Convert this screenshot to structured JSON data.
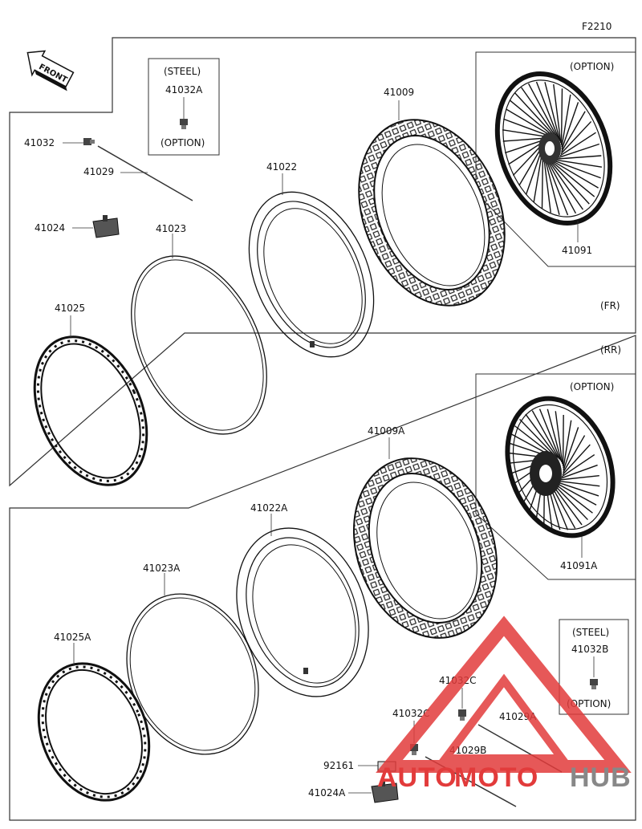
{
  "figure_code": "F2210",
  "front_label": "FRONT",
  "section_front": "(FR)",
  "section_rear": "(RR)",
  "boxes": {
    "steel_top": {
      "title": "(STEEL)",
      "part": "41032A",
      "note": "(OPTION)"
    },
    "option_front": {
      "note": "(OPTION)",
      "part": "41091"
    },
    "option_rear": {
      "note": "(OPTION)",
      "part": "41091A"
    },
    "steel_bottom": {
      "title": "(STEEL)",
      "part": "41032B",
      "note": "(OPTION)"
    }
  },
  "parts_front": {
    "valve": "41032",
    "spoke": "41029",
    "rim_lock": "41024",
    "rim_band": "41023",
    "rim": "41025",
    "tube": "41022",
    "tire": "41009"
  },
  "parts_rear": {
    "rim": "41025A",
    "rim_band": "41023A",
    "tube": "41022A",
    "tire": "41009A",
    "valve_a": "41032C",
    "valve_b": "41032C",
    "spoke_a": "41029A",
    "spoke_b": "41029B",
    "clip": "92161",
    "rim_lock": "41024A"
  },
  "watermark": {
    "part1": "AUTO",
    "part2": "MOTO",
    "part3": "HUB",
    "color_red": "#e23b3b",
    "color_gray": "#888888"
  }
}
